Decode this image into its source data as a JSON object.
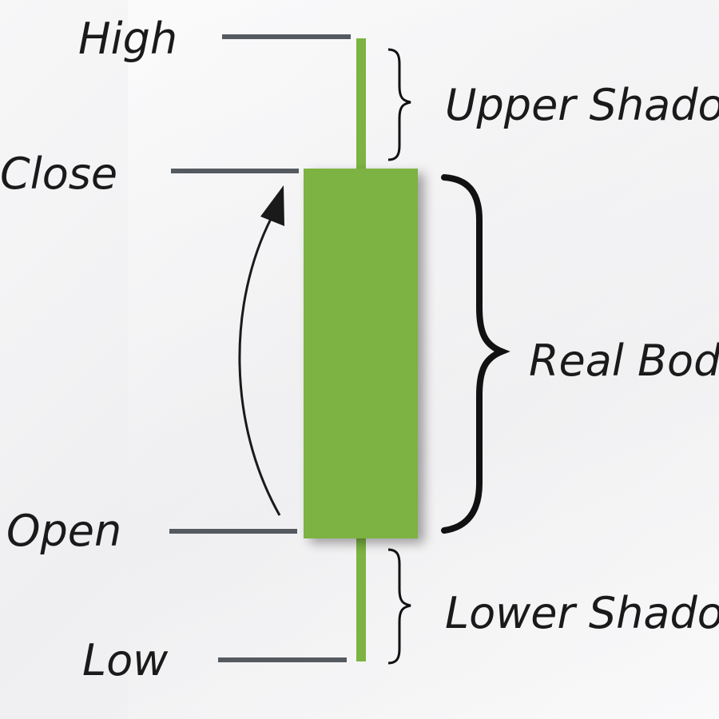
{
  "labels": {
    "high": "High",
    "close": "Close",
    "open": "Open",
    "low": "Low",
    "upper_shadow": "Upper Shadow",
    "real_body": "Real Body",
    "lower_shadow": "Lower Shadow"
  },
  "colors": {
    "candle": "#7cb342",
    "wick": "#7cb342",
    "leader_line": "#555a60",
    "text": "#1a1a1a",
    "brace": "#111111",
    "background": "#f4f4f5"
  }
}
